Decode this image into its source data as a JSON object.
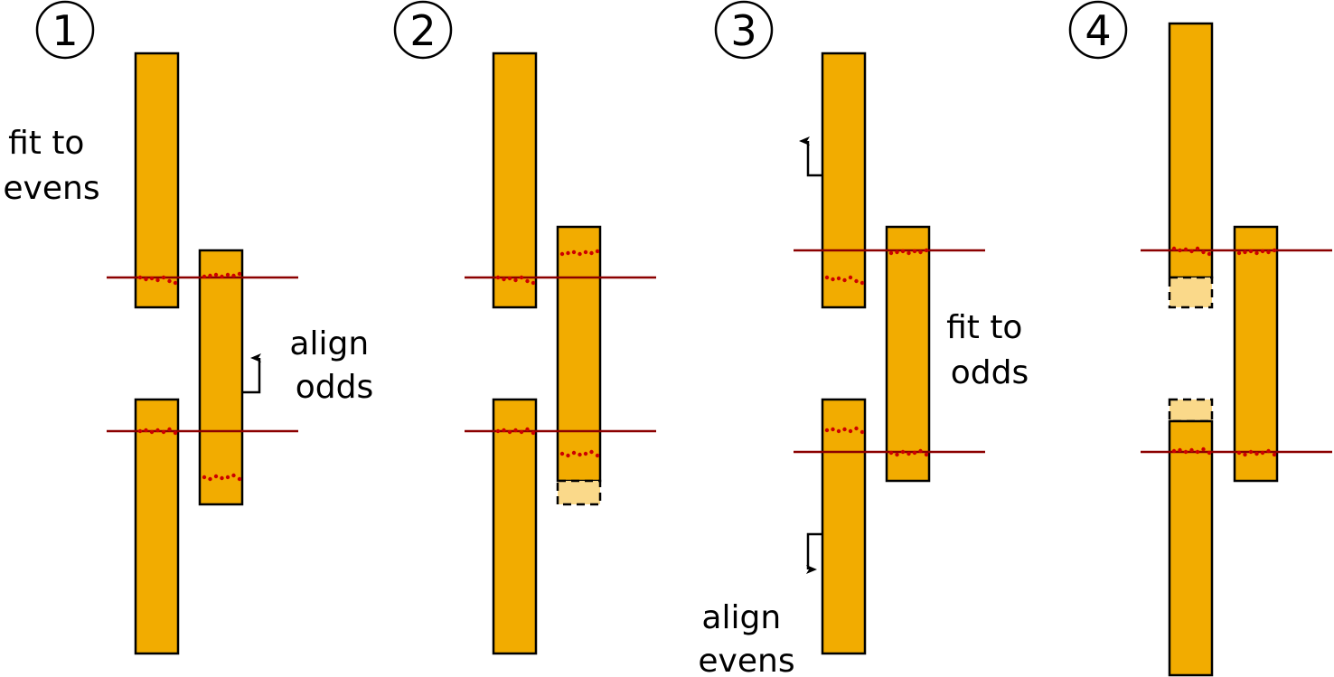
{
  "colors": {
    "block_fill": "#F2AC00",
    "block_ghost_fill": "#FAD98A",
    "outline": "#000000",
    "line": "#8B0000",
    "dot": "#CC0000"
  },
  "steps": [
    {
      "number": "1",
      "labels": [
        {
          "lines": [
            "fit to",
            "evens"
          ]
        },
        {
          "lines": [
            "align",
            "odds"
          ]
        }
      ]
    },
    {
      "number": "2",
      "labels": []
    },
    {
      "number": "3",
      "labels": [
        {
          "lines": [
            "fit to",
            "odds"
          ]
        },
        {
          "lines": [
            "align",
            "evens"
          ]
        }
      ]
    },
    {
      "number": "4",
      "labels": []
    }
  ]
}
